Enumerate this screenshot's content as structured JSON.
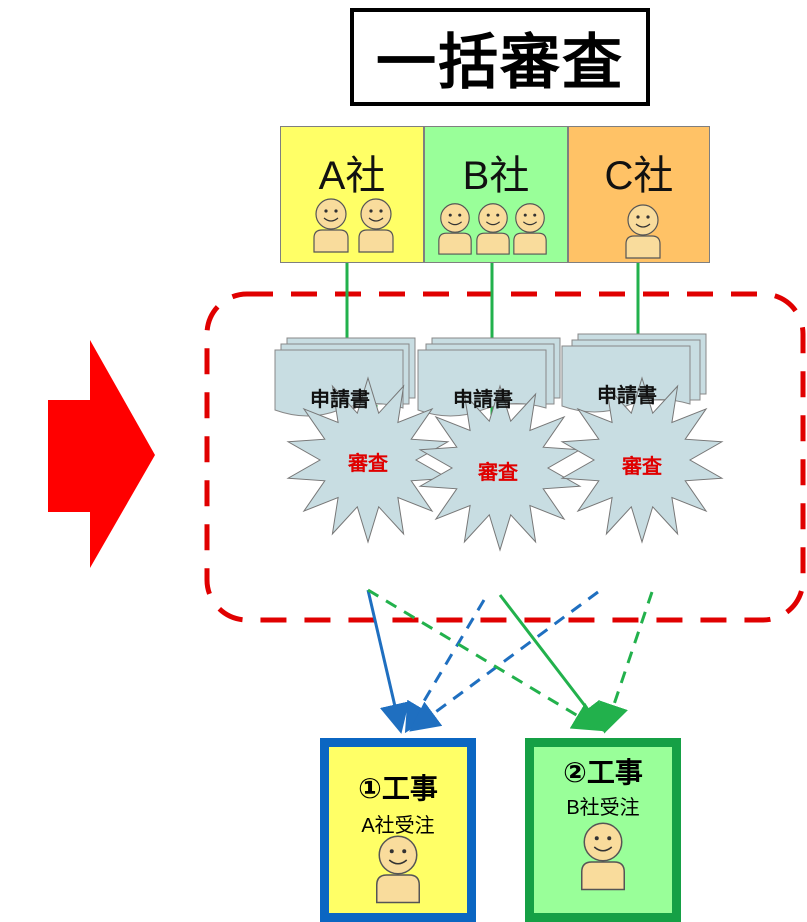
{
  "title": "一括審査",
  "companies": [
    {
      "name": "A社",
      "color": "#ffff66",
      "people": 2
    },
    {
      "name": "B社",
      "color": "#99ff99",
      "people": 3
    },
    {
      "name": "C社",
      "color": "#ffc266",
      "people": 1
    }
  ],
  "applications": [
    "申請書",
    "申請書",
    "申請書"
  ],
  "reviews": [
    "審査",
    "審査",
    "審査"
  ],
  "works": [
    {
      "title": "①工事",
      "subtitle": "A社受注",
      "border": "#0b66c2",
      "fill": "#ffff66"
    },
    {
      "title": "②工事",
      "subtitle": "B社受注",
      "border": "#15a045",
      "fill": "#99ff99"
    }
  ],
  "colors": {
    "arrow": "#ff0000",
    "group_border": "#e00000",
    "green_line": "#22b14c",
    "blue_line": "#1f6fc0",
    "document": "#c8dde2",
    "burst": "#c8dde2",
    "face": "#f9dc9c"
  }
}
